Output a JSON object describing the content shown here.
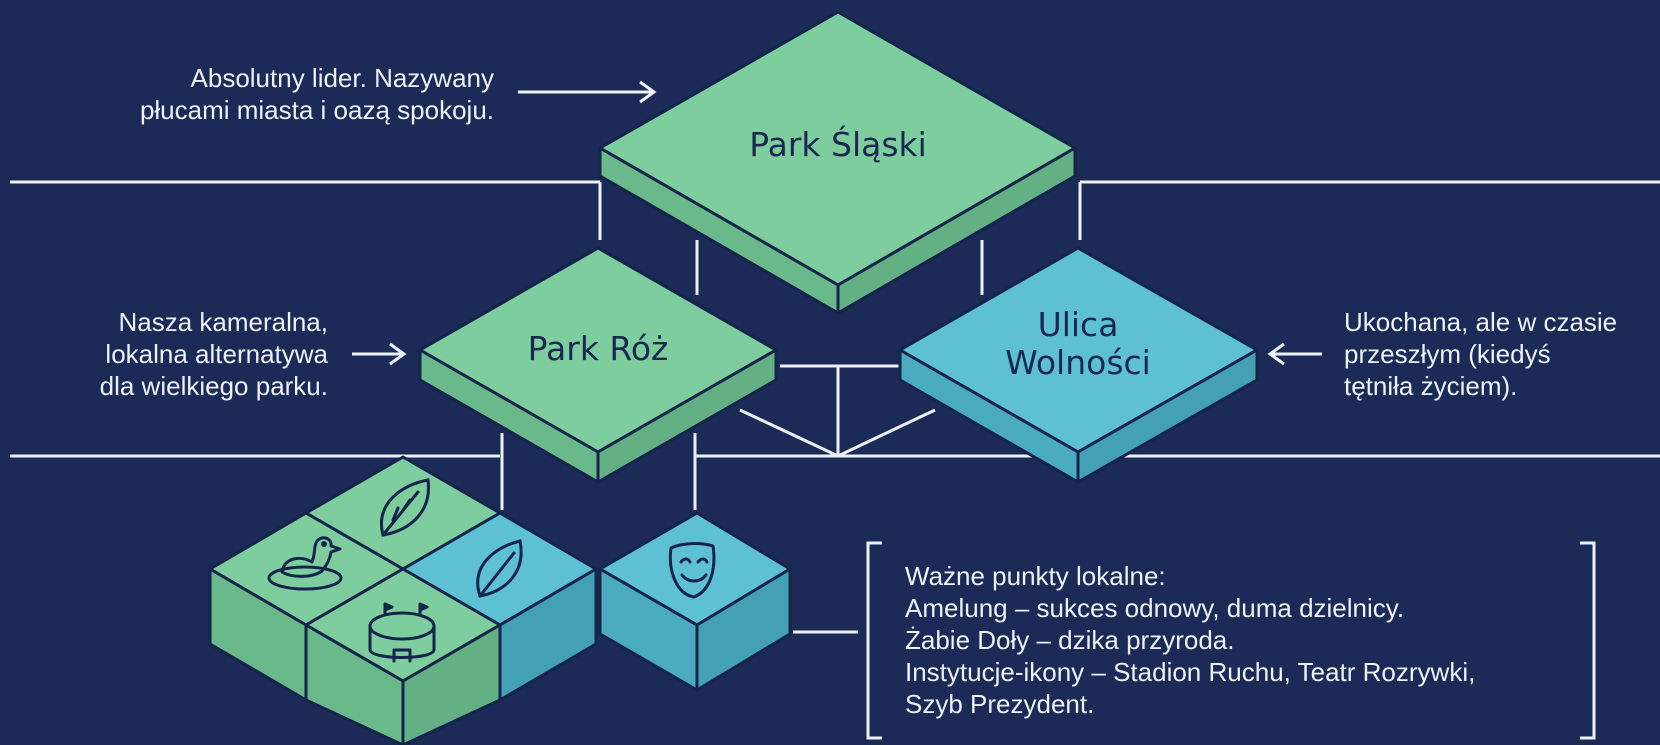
{
  "nodes": {
    "park_slaski": "Park Śląski",
    "park_roz": "Park Róż",
    "ulica_wolnosci_line1": "Ulica",
    "ulica_wolnosci_line2": "Wolności"
  },
  "annotations": {
    "park_slaski": [
      "Absolutny lider. Nazywany",
      "płucami miasta i oazą spokoju."
    ],
    "park_roz": [
      "Nasza kameralna,",
      "lokalna alternatywa",
      "dla wielkiego parku."
    ],
    "ulica_wolnosci": [
      "Ukochana, ale w czasie",
      "przeszłym (kiedyś",
      "tętniła życiem)."
    ]
  },
  "local_points": {
    "title": "Ważne punkty lokalne:",
    "items": [
      "Amelung – sukces odnowy, duma dzielnicy.",
      "Żabie Doły – dzika przyroda.",
      "Instytucje-ikony – Stadion Ruchu, Teatr Rozrywki,",
      "Szyb Prezydent."
    ]
  },
  "icons": [
    "leaf-icon",
    "duck-icon",
    "leaf-icon",
    "stadium-icon",
    "theater-mask-icon"
  ],
  "colors": {
    "background": "#1b2a56",
    "green": "#7dcd9f",
    "green_side": "#6ab98b",
    "blue": "#5ec0d3",
    "blue_side": "#4aaabf",
    "outline": "#14244a",
    "line": "#eef2fa"
  }
}
